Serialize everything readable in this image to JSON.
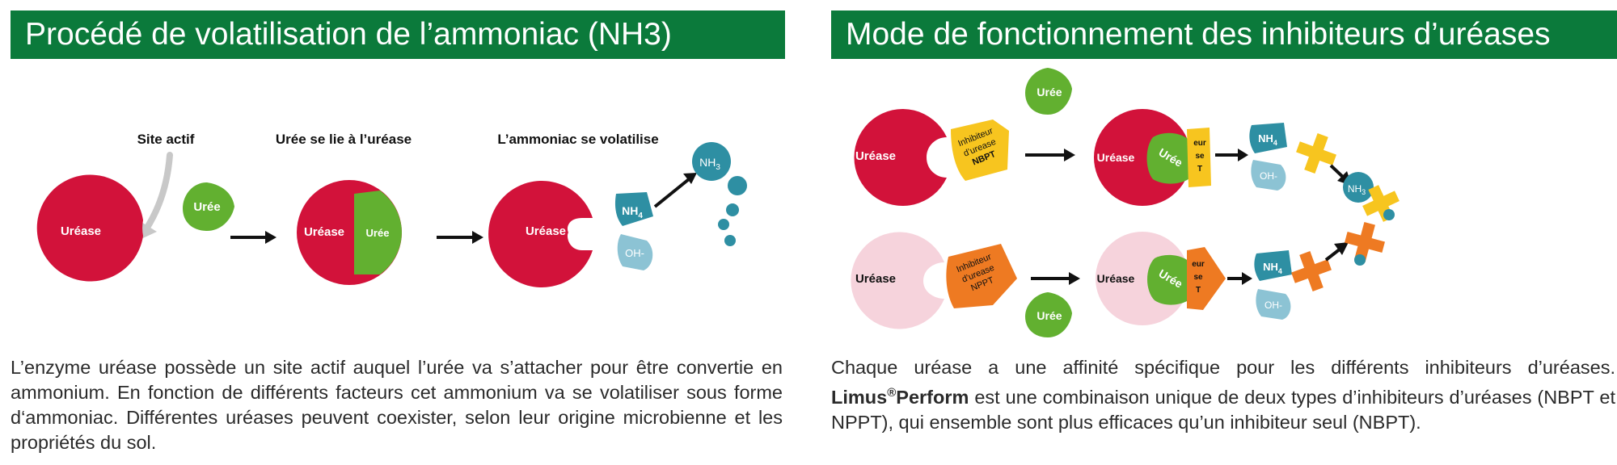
{
  "left_panel": {
    "title": "Procédé de volatilisation de l’ammoniac (NH3)",
    "step_labels": {
      "active_site": "Site actif",
      "urea_binds": "Urée se lie à l’uréase",
      "ammonia_volatilises": "L’ammoniac se volatilise"
    },
    "labels": {
      "urease": "Uréase",
      "urea": "Urée",
      "nh4": "NH",
      "nh4_sub": "4",
      "nh3": "NH",
      "nh3_sub": "3",
      "oh": "OH-"
    },
    "description": "L’enzyme uréase possède un site actif auquel l’urée va s’attacher pour être convertie en ammonium. En fonction de différents facteurs cet ammonium va se volatiliser sous forme d‘ammoniac. Différentes uréases peuvent coexister, selon leur origine microbienne et les propriétés du sol."
  },
  "right_panel": {
    "title": "Mode de fonctionnement des inhibiteurs d’uréases",
    "labels": {
      "urease": "Uréase",
      "urea": "Urée",
      "inhibitor_line1": "Inhibiteur",
      "inhibitor_line2": "d’urease",
      "inhibitor_nbpt": "NBPT",
      "inhibitor_nppt": "NPPT",
      "partial_line1": "eur",
      "partial_line2": "se",
      "partial_line3": "T",
      "nh4": "NH",
      "nh4_sub": "4",
      "nh3": "NH",
      "nh3_sub": "3",
      "oh": "OH-"
    },
    "description_pre": "Chaque uréase a une affinité spécifique pour les différents inhibiteurs d’uréases.",
    "brand_a": "Limus",
    "brand_reg": "®",
    "brand_b": "Perform",
    "description_post": " est une combinaison unique de deux types d’inhibiteurs d’uréases (NBPT et NPPT), qui ensemble sont plus efficaces qu’un inhibiteur seul (NBPT)."
  },
  "colors": {
    "header_green": "#0b7a3b",
    "urease_red": "#d2123a",
    "urease_pink": "#f6d3dc",
    "urea_green": "#62b030",
    "ammonium_teal": "#2e8fa3",
    "hydroxide_light": "#8cc3d4",
    "nbpt_yellow": "#f7c51f",
    "nppt_orange": "#ee7a22",
    "arrow_pointer": "#c8c8c8"
  }
}
